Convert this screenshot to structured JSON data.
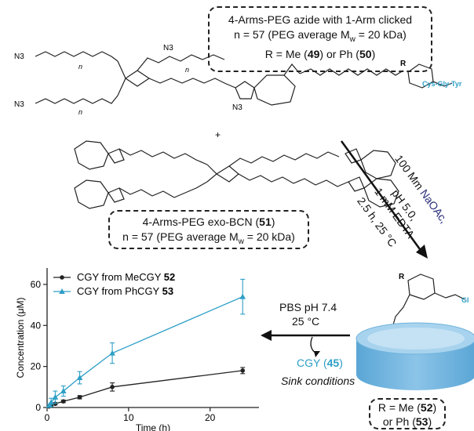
{
  "top_box": {
    "line1": "4-Arms-PEG azide with 1-Arm clicked",
    "line2": "n = 57 (PEG average M",
    "line2_sub": "w",
    "line2_end": " = 20 kDa)",
    "line3_pre": "R = Me (",
    "line3_a": "49",
    "line3_mid": ") or Ph (",
    "line3_b": "50",
    "line3_end": ")"
  },
  "molecule_labels": {
    "azide_1": "N3",
    "azide_2": "N3",
    "azide_3": "N3",
    "azide_4": "N3",
    "n_marks": [
      "n",
      "n",
      "n"
    ],
    "R": "R",
    "peptide": "Cys-Gly-Tyr",
    "plus": "+"
  },
  "bcn_box": {
    "line1_pre": "4-Arms-PEG exo-BCN (",
    "line1_b": "51",
    "line1_end": ")",
    "line2": "n = 57 (PEG average M",
    "line2_sub": "w",
    "line2_end": " = 20 kDa)"
  },
  "conditions": {
    "line1_a": "100 Mm ",
    "line1_b": "NaOAc,",
    "line2": "pH 5.0,",
    "line3": "1 mM EDTA",
    "line4": "2.5 h, 25 °C"
  },
  "release": {
    "line1": "PBS pH 7.4",
    "line2": "25 °C",
    "product_pre": "CGY (",
    "product_num": "45",
    "product_end": ")",
    "sink": "Sink conditions"
  },
  "gel": {
    "R_label": "R",
    "peptide_fragment": "Gl",
    "line1_pre": "R = Me (",
    "line1_b": "52",
    "line1_end": ")",
    "line2_pre": "or Ph (",
    "line2_b": "53",
    "line2_end": ")"
  },
  "colors": {
    "blue": "#2e9fc6",
    "navy": "#2a2f7a",
    "dark": "#222222",
    "gel_top": "#9ccbe8",
    "gel_side": "#6fb3dc"
  },
  "chart_data": {
    "type": "line",
    "xlabel": "Time (h)",
    "ylabel": "Concentration (μM)",
    "xlim": [
      0,
      26
    ],
    "ylim": [
      0,
      68
    ],
    "xticks": [
      0,
      10,
      20
    ],
    "yticks": [
      0,
      20,
      40,
      60
    ],
    "legend": "top-left",
    "series": [
      {
        "name": "CGY from MeCGY 52",
        "name_pre": "CGY from MeCGY ",
        "name_num": "52",
        "color": "#222222",
        "marker": "circle",
        "x": [
          0.25,
          0.5,
          1,
          2,
          4,
          8,
          24
        ],
        "y": [
          0.5,
          1.0,
          1.8,
          3.0,
          5.0,
          10.0,
          18.0
        ],
        "err": [
          0.3,
          0.4,
          0.5,
          0.6,
          0.8,
          2.0,
          1.5
        ]
      },
      {
        "name": "CGY from PhCGY 53",
        "name_pre": "CGY from PhCGY ",
        "name_num": "53",
        "color": "#2e9fc6",
        "marker": "triangle",
        "x": [
          0.25,
          0.5,
          1,
          2,
          4,
          8,
          24
        ],
        "y": [
          1.0,
          2.5,
          5.0,
          8.0,
          14.5,
          26.5,
          54.0
        ],
        "err": [
          0.5,
          2.0,
          3.0,
          2.5,
          3.0,
          5.0,
          8.5
        ]
      }
    ]
  }
}
